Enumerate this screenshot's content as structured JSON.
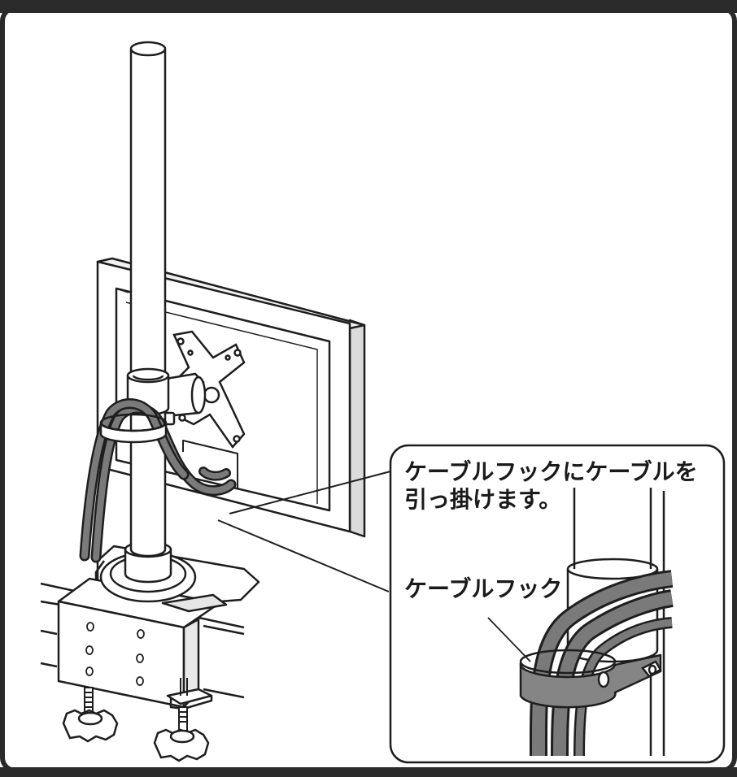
{
  "instruction": {
    "line1": "ケーブルフックにケーブルを",
    "line2": "引っ掛けます。"
  },
  "labels": {
    "cable_hook": "ケーブルフック"
  },
  "colors": {
    "frame": "#2a2a2a",
    "outline": "#1e1e1e",
    "cable": "#7a7a7a",
    "hook": "#858585",
    "background": "#ffffff"
  }
}
